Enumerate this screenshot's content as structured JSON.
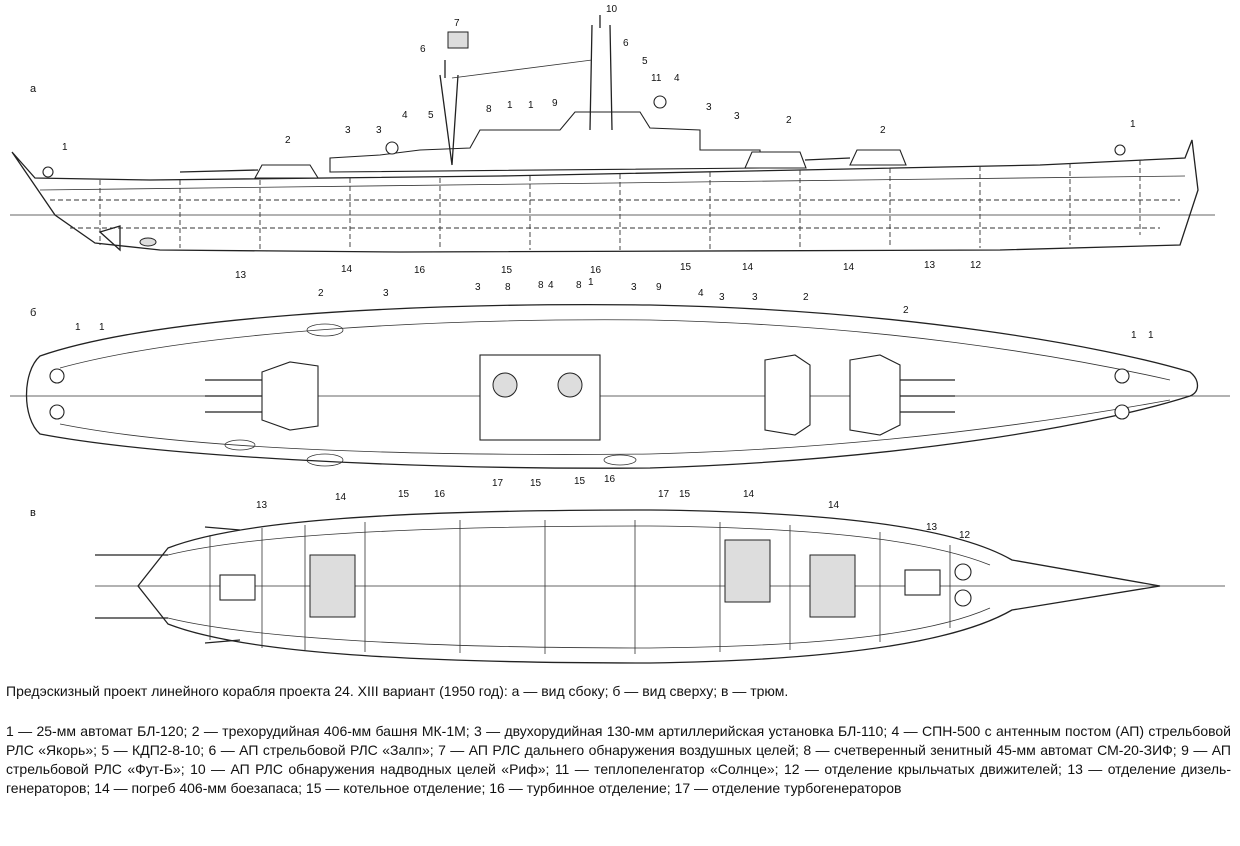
{
  "views": {
    "a": "а",
    "b": "б",
    "v": "в"
  },
  "callouts_side": [
    "1",
    "2",
    "3",
    "3",
    "4",
    "5",
    "6",
    "7",
    "6",
    "5",
    "4",
    "11",
    "3",
    "3",
    "8",
    "1",
    "1",
    "9",
    "2",
    "2",
    "1",
    "10",
    "13",
    "14",
    "16",
    "15",
    "16",
    "15",
    "14",
    "14",
    "13",
    "12"
  ],
  "callouts_top": [
    "1",
    "1",
    "2",
    "3",
    "3",
    "8",
    "8",
    "4",
    "8",
    "1",
    "3",
    "9",
    "4",
    "3",
    "3",
    "2",
    "2",
    "1",
    "1"
  ],
  "callouts_hold": [
    "13",
    "14",
    "15",
    "16",
    "17",
    "15",
    "15",
    "16",
    "17",
    "15",
    "14",
    "14",
    "13",
    "12"
  ],
  "caption": "Предэскизный проект линейного корабля проекта 24. XIII вариант (1950 год): а — вид сбоку; б — вид сверху; в — трюм.",
  "legend": "1 — 25-мм автомат БЛ-120; 2 — трехорудийная 406-мм башня МК-1М; 3 — двухорудийная 130-мм артиллерийская установка БЛ-110; 4 — СПН-500 с антенным постом (АП) стрельбовой РЛС «Якорь»; 5 — КДП2-8-10; 6 — АП стрельбовой РЛС «Залп»; 7 — АП РЛС дальнего обнаружения воздушных целей; 8 — счетверенный зенитный 45-мм автомат СМ-20-ЗИФ; 9 — АП стрельбовой РЛС «Фут-Б»; 10 — АП РЛС обнаружения надводных целей «Риф»; 11 — теплопеленгатор «Солнце»; 12 — отделение крыльчатых движителей; 13 — отделение дизель-генераторов; 14 — погреб 406-мм боезапаса; 15 — котельное отделение; 16 — турбинное отделение; 17 — отделение турбогенераторов"
}
